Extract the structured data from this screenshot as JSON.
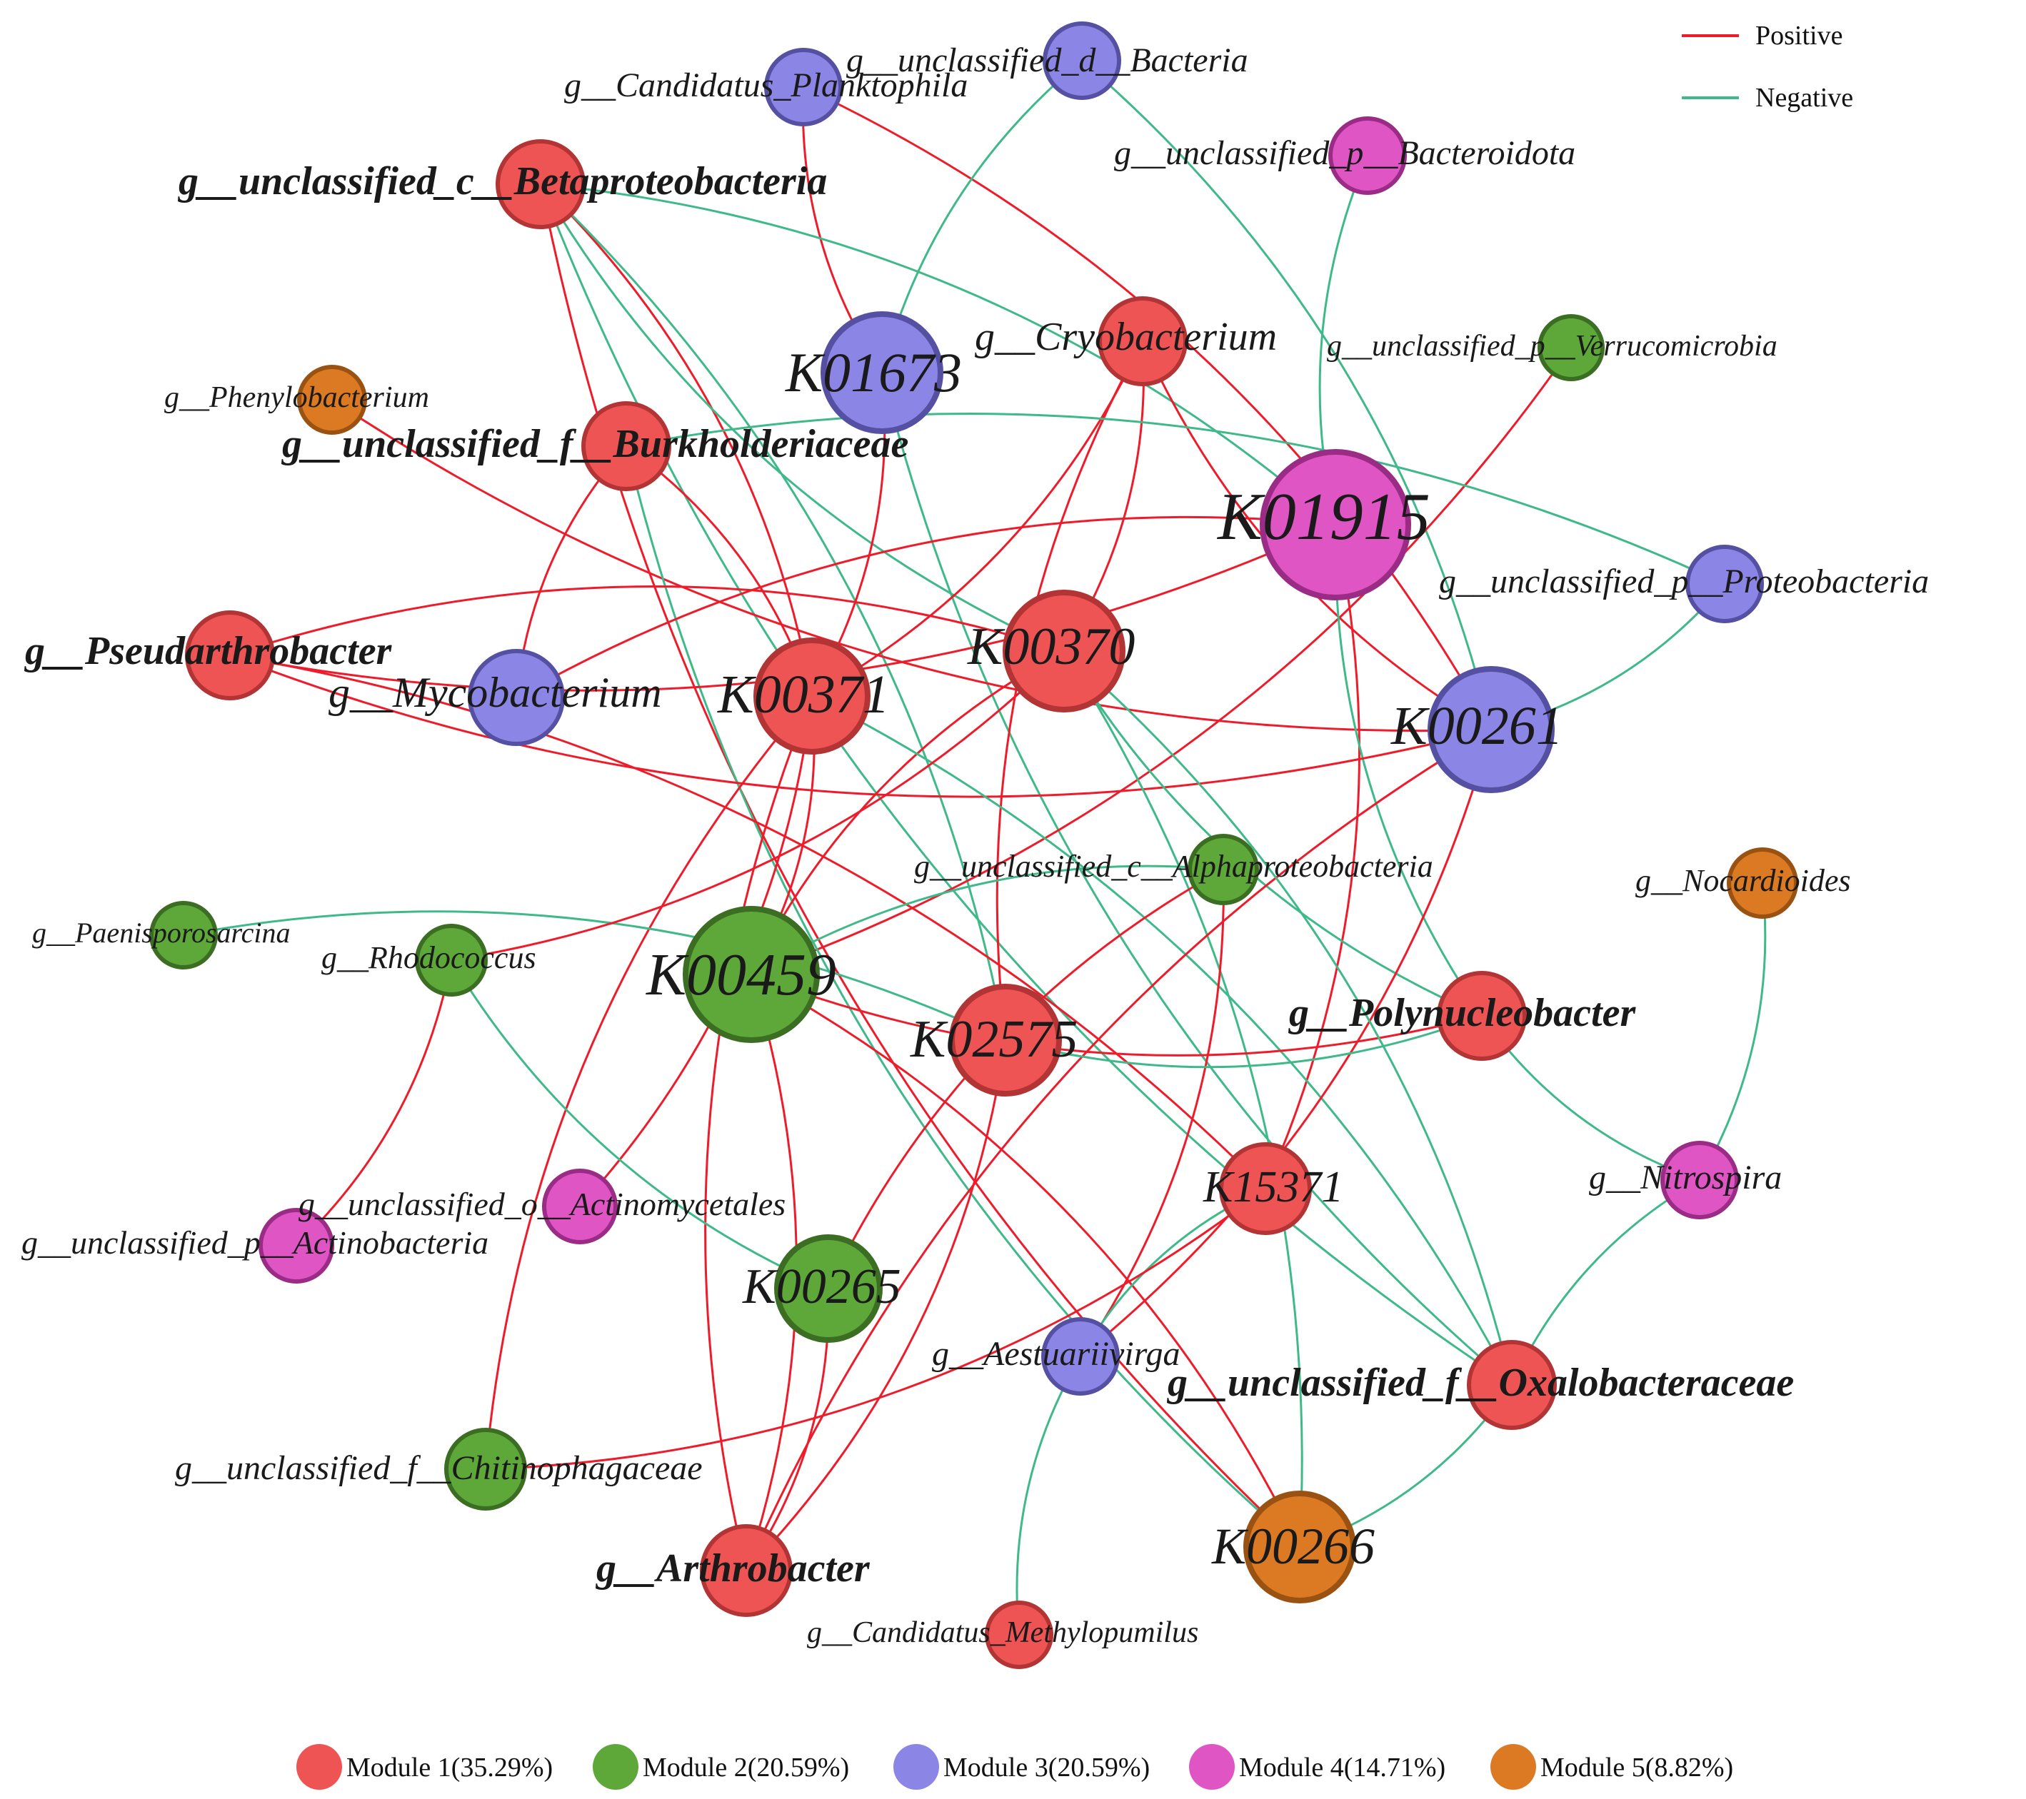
{
  "edge_legend": {
    "positive": {
      "label": "Positive",
      "color": "#ee1c2b"
    },
    "negative": {
      "label": "Negative",
      "color": "#3fb98a"
    }
  },
  "modules": [
    {
      "id": 1,
      "label": "Module 1(35.29%)",
      "fill": "#ef5455",
      "stroke": "#b23434"
    },
    {
      "id": 2,
      "label": "Module 2(20.59%)",
      "fill": "#5ea83a",
      "stroke": "#3b6e22"
    },
    {
      "id": 3,
      "label": "Module 3(20.59%)",
      "fill": "#8b85e6",
      "stroke": "#5650a3"
    },
    {
      "id": 4,
      "label": "Module 4(14.71%)",
      "fill": "#e055c4",
      "stroke": "#9a2c86"
    },
    {
      "id": 5,
      "label": "Module 5(8.82%)",
      "fill": "#dc7a24",
      "stroke": "#9a5212"
    }
  ],
  "nodes": [
    {
      "id": "bacteria",
      "label": "g__unclassified_d__Bacteria",
      "module": 3
    },
    {
      "id": "planktophila",
      "label": "g__Candidatus_Planktophila",
      "module": 3
    },
    {
      "id": "bacteroidota",
      "label": "g__unclassified_p__Bacteroidota",
      "module": 4
    },
    {
      "id": "betaproteo",
      "label": "g__unclassified_c__Betaproteobacteria",
      "module": 1
    },
    {
      "id": "K01673",
      "label": "K01673",
      "module": 3
    },
    {
      "id": "cryobacterium",
      "label": "g__Cryobacterium",
      "module": 1
    },
    {
      "id": "verrucomicrobia",
      "label": "g__unclassified_p__Verrucomicrobia",
      "module": 2
    },
    {
      "id": "phenylobacterium",
      "label": "g__Phenylobacterium",
      "module": 5
    },
    {
      "id": "burkholderiaceae",
      "label": "g__unclassified_f__Burkholderiaceae",
      "module": 1
    },
    {
      "id": "K01915",
      "label": "K01915",
      "module": 4
    },
    {
      "id": "proteobacteria",
      "label": "g__unclassified_p__Proteobacteria",
      "module": 3
    },
    {
      "id": "pseudarthrobacter",
      "label": "g__Pseudarthrobacter",
      "module": 1
    },
    {
      "id": "K00370",
      "label": "K00370",
      "module": 1
    },
    {
      "id": "mycobacterium",
      "label": "g__Mycobacterium",
      "module": 3
    },
    {
      "id": "K00371",
      "label": "K00371",
      "module": 1
    },
    {
      "id": "K00261",
      "label": "K00261",
      "module": 3
    },
    {
      "id": "alphaproteo",
      "label": "g__unclassified_c__Alphaproteobacteria",
      "module": 2
    },
    {
      "id": "nocardioides",
      "label": "g__Nocardioides",
      "module": 5
    },
    {
      "id": "paenisporosarcina",
      "label": "g__Paenisporosarcina",
      "module": 2
    },
    {
      "id": "rhodococcus",
      "label": "g__Rhodococcus",
      "module": 2
    },
    {
      "id": "K00459",
      "label": "K00459",
      "module": 2
    },
    {
      "id": "K02575",
      "label": "K02575",
      "module": 1
    },
    {
      "id": "polynucleobacter",
      "label": "g__Polynucleobacter",
      "module": 1
    },
    {
      "id": "K15371",
      "label": "K15371",
      "module": 1
    },
    {
      "id": "nitrospira",
      "label": "g__Nitrospira",
      "module": 4
    },
    {
      "id": "actinomycetales",
      "label": "g__unclassified_o__Actinomycetales",
      "module": 4
    },
    {
      "id": "actinobacteria",
      "label": "g__unclassified_p__Actinobacteria",
      "module": 4
    },
    {
      "id": "K00265",
      "label": "K00265",
      "module": 2
    },
    {
      "id": "aestuariivirga",
      "label": "g__Aestuariivirga",
      "module": 3
    },
    {
      "id": "oxalobacteraceae",
      "label": "g__unclassified_f__Oxalobacteraceae",
      "module": 1
    },
    {
      "id": "chitinophagaceae",
      "label": "g__unclassified_f__Chitinophagaceae",
      "module": 2
    },
    {
      "id": "arthrobacter",
      "label": "g__Arthrobacter",
      "module": 1
    },
    {
      "id": "K00266",
      "label": "K00266",
      "module": 5
    },
    {
      "id": "methylopumilus",
      "label": "g__Candidatus_Methylopumilus",
      "module": 1
    }
  ],
  "edges": [
    {
      "source": "planktophila",
      "target": "K01673",
      "sign": "positive"
    },
    {
      "source": "planktophila",
      "target": "K00261",
      "sign": "positive"
    },
    {
      "source": "bacteria",
      "target": "K01673",
      "sign": "negative"
    },
    {
      "source": "bacteria",
      "target": "K00261",
      "sign": "negative"
    },
    {
      "source": "bacteroidota",
      "target": "K01915",
      "sign": "negative"
    },
    {
      "source": "betaproteo",
      "target": "K00371",
      "sign": "positive"
    },
    {
      "source": "betaproteo",
      "target": "K00266",
      "sign": "positive"
    },
    {
      "source": "betaproteo",
      "target": "K01915",
      "sign": "negative"
    },
    {
      "source": "betaproteo",
      "target": "K00370",
      "sign": "negative"
    },
    {
      "source": "betaproteo",
      "target": "K02575",
      "sign": "negative"
    },
    {
      "source": "betaproteo",
      "target": "oxalobacteraceae",
      "sign": "negative"
    },
    {
      "source": "K01673",
      "target": "K00371",
      "sign": "positive"
    },
    {
      "source": "K01673",
      "target": "oxalobacteraceae",
      "sign": "negative"
    },
    {
      "source": "cryobacterium",
      "target": "K00371",
      "sign": "positive"
    },
    {
      "source": "cryobacterium",
      "target": "K02575",
      "sign": "positive"
    },
    {
      "source": "cryobacterium",
      "target": "K00370",
      "sign": "positive"
    },
    {
      "source": "cryobacterium",
      "target": "K00261",
      "sign": "positive"
    },
    {
      "source": "verrucomicrobia",
      "target": "K00459",
      "sign": "positive"
    },
    {
      "source": "phenylobacterium",
      "target": "K00261",
      "sign": "positive"
    },
    {
      "source": "burkholderiaceae",
      "target": "K00371",
      "sign": "positive"
    },
    {
      "source": "burkholderiaceae",
      "target": "mycobacterium",
      "sign": "positive"
    },
    {
      "source": "burkholderiaceae",
      "target": "proteobacteria",
      "sign": "negative"
    },
    {
      "source": "burkholderiaceae",
      "target": "K00266",
      "sign": "negative"
    },
    {
      "source": "K01915",
      "target": "pseudarthrobacter",
      "sign": "positive"
    },
    {
      "source": "K01915",
      "target": "mycobacterium",
      "sign": "positive"
    },
    {
      "source": "K01915",
      "target": "K15371",
      "sign": "positive"
    },
    {
      "source": "K01915",
      "target": "polynucleobacter",
      "sign": "negative"
    },
    {
      "source": "pseudarthrobacter",
      "target": "K00370",
      "sign": "positive"
    },
    {
      "source": "pseudarthrobacter",
      "target": "K00261",
      "sign": "positive"
    },
    {
      "source": "pseudarthrobacter",
      "target": "K15371",
      "sign": "positive"
    },
    {
      "source": "K00370",
      "target": "K00459",
      "sign": "positive"
    },
    {
      "source": "K00370",
      "target": "K00266",
      "sign": "negative"
    },
    {
      "source": "K00370",
      "target": "polynucleobacter",
      "sign": "negative"
    },
    {
      "source": "K00371",
      "target": "K00459",
      "sign": "positive"
    },
    {
      "source": "K00371",
      "target": "arthrobacter",
      "sign": "positive"
    },
    {
      "source": "K00371",
      "target": "actinomycetales",
      "sign": "positive"
    },
    {
      "source": "K00371",
      "target": "chitinophagaceae",
      "sign": "positive"
    },
    {
      "source": "K00371",
      "target": "oxalobacteraceae",
      "sign": "negative"
    },
    {
      "source": "K00261",
      "target": "proteobacteria",
      "sign": "negative"
    },
    {
      "source": "K00261",
      "target": "aestuariivirga",
      "sign": "positive"
    },
    {
      "source": "K00261",
      "target": "arthrobacter",
      "sign": "positive"
    },
    {
      "source": "alphaproteo",
      "target": "aestuariivirga",
      "sign": "positive"
    },
    {
      "source": "alphaproteo",
      "target": "K00265",
      "sign": "positive"
    },
    {
      "source": "paenisporosarcina",
      "target": "K02575",
      "sign": "negative"
    },
    {
      "source": "rhodococcus",
      "target": "K00265",
      "sign": "negative"
    },
    {
      "source": "rhodococcus",
      "target": "actinobacteria",
      "sign": "positive"
    },
    {
      "source": "rhodococcus",
      "target": "K00370",
      "sign": "positive"
    },
    {
      "source": "K00459",
      "target": "K00266",
      "sign": "positive"
    },
    {
      "source": "K00459",
      "target": "polynucleobacter",
      "sign": "positive"
    },
    {
      "source": "K00459",
      "target": "arthrobacter",
      "sign": "positive"
    },
    {
      "source": "K02575",
      "target": "polynucleobacter",
      "sign": "negative"
    },
    {
      "source": "K02575",
      "target": "arthrobacter",
      "sign": "positive"
    },
    {
      "source": "K15371",
      "target": "aestuariivirga",
      "sign": "negative"
    },
    {
      "source": "K15371",
      "target": "chitinophagaceae",
      "sign": "positive"
    },
    {
      "source": "polynucleobacter",
      "target": "nitrospira",
      "sign": "negative"
    },
    {
      "source": "nocardioides",
      "target": "nitrospira",
      "sign": "negative"
    },
    {
      "source": "nitrospira",
      "target": "oxalobacteraceae",
      "sign": "negative"
    },
    {
      "source": "oxalobacteraceae",
      "target": "K00266",
      "sign": "negative"
    },
    {
      "source": "aestuariivirga",
      "target": "methylopumilus",
      "sign": "negative"
    },
    {
      "source": "K00265",
      "target": "arthrobacter",
      "sign": "positive"
    },
    {
      "source": "alphaproteo",
      "target": "K00459",
      "sign": "negative"
    },
    {
      "source": "K00370",
      "target": "oxalobacteraceae",
      "sign": "negative"
    }
  ]
}
